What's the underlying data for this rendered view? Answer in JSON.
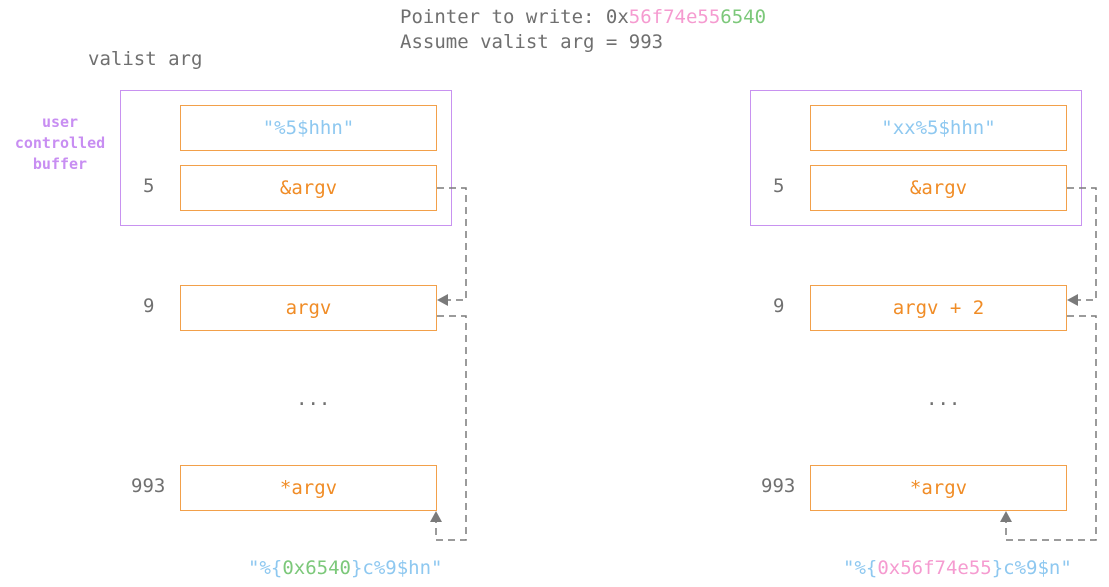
{
  "header": {
    "pointer_prefix": "Pointer to write: 0x",
    "pointer_high": "56f74e55",
    "pointer_low": "6540",
    "assume": "Assume valist arg = 993"
  },
  "valist_label": "valist arg",
  "buffer_label": "user\ncontrolled\nbuffer",
  "ellipsis": "...",
  "left": {
    "slots": [
      {
        "index": "",
        "value": "\"%5$hhn\""
      },
      {
        "index": "5",
        "value": "&argv"
      },
      {
        "index": "9",
        "value": "argv"
      },
      {
        "index": "993",
        "value": "*argv"
      }
    ],
    "format": {
      "open": "\"%{",
      "num": "0x6540",
      "close": "}c%9$hn\""
    }
  },
  "right": {
    "slots": [
      {
        "index": "",
        "value": "\"xx%5$hhn\""
      },
      {
        "index": "5",
        "value": "&argv"
      },
      {
        "index": "9",
        "value": "argv + 2"
      },
      {
        "index": "993",
        "value": "*argv"
      }
    ],
    "format": {
      "open": "\"%{",
      "num": "0x56f74e55",
      "close": "}c%9$n\""
    }
  },
  "colors": {
    "slot_border": "#f2a04a",
    "slot_text": "#f08c26",
    "string_text": "#8ec8f0",
    "buffer_border": "#c892f0",
    "pointer_high": "#f59bd0",
    "pointer_low": "#7cc87a",
    "arrow": "#7a7a7a"
  }
}
